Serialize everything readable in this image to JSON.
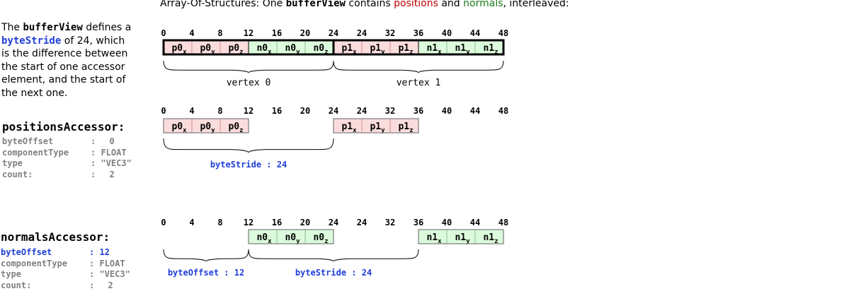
{
  "title": {
    "prefix": "Array-Of-Structures: One ",
    "code": "bufferView",
    "middle": " contains ",
    "positions_word": "positions",
    "and_word": " and ",
    "normals_word": "normals",
    "suffix": ", interleaved:"
  },
  "description": {
    "line1_prefix": "The ",
    "line1_code": "bufferView",
    "line1_suffix": " defines a",
    "line2_code": "byteStride",
    "line2_suffix": " of 24, which",
    "line3": "is the difference between",
    "line4": "the start of one accessor",
    "line5": "element, and the start of",
    "line6": "the next one."
  },
  "positionsAccessor": {
    "title": "positionsAccessor:",
    "rows": [
      {
        "key": "byteOffset",
        "value": "0",
        "highlight": false
      },
      {
        "key": "componentType",
        "value": "FLOAT",
        "highlight": false
      },
      {
        "key": "type",
        "value": "\"VEC3\"",
        "highlight": false
      },
      {
        "key": "count:",
        "value": "2",
        "highlight": false
      }
    ]
  },
  "normalsAccessor": {
    "title": "normalsAccessor:",
    "rows": [
      {
        "key": "byteOffset",
        "value": "12",
        "highlight": true
      },
      {
        "key": "componentType",
        "value": "FLOAT",
        "highlight": false
      },
      {
        "key": "type",
        "value": "\"VEC3\"",
        "highlight": false
      },
      {
        "key": "count:",
        "value": "2",
        "highlight": false
      }
    ]
  },
  "tick_labels": [
    "0",
    "4",
    "8",
    "12",
    "16",
    "20",
    "24",
    "24",
    "32",
    "36",
    "40",
    "44",
    "48"
  ],
  "cells": [
    {
      "base": "p0",
      "sub": "x",
      "kind": "pos"
    },
    {
      "base": "p0",
      "sub": "y",
      "kind": "pos"
    },
    {
      "base": "p0",
      "sub": "z",
      "kind": "pos"
    },
    {
      "base": "n0",
      "sub": "x",
      "kind": "norm"
    },
    {
      "base": "n0",
      "sub": "y",
      "kind": "norm"
    },
    {
      "base": "n0",
      "sub": "z",
      "kind": "norm"
    },
    {
      "base": "p1",
      "sub": "x",
      "kind": "pos"
    },
    {
      "base": "p1",
      "sub": "y",
      "kind": "pos"
    },
    {
      "base": "p1",
      "sub": "z",
      "kind": "pos"
    },
    {
      "base": "n1",
      "sub": "x",
      "kind": "norm"
    },
    {
      "base": "n1",
      "sub": "y",
      "kind": "norm"
    },
    {
      "base": "n1",
      "sub": "z",
      "kind": "norm"
    }
  ],
  "rows": [
    {
      "id": "buffer-row",
      "cells": [
        0,
        1,
        2,
        3,
        4,
        5,
        6,
        7,
        8,
        9,
        10,
        11
      ],
      "bold": true
    },
    {
      "id": "positions-row",
      "cells": [
        0,
        1,
        2,
        6,
        7,
        8
      ],
      "bold": false
    },
    {
      "id": "normals-row",
      "cells": [
        3,
        4,
        5,
        9,
        10,
        11
      ],
      "bold": false
    }
  ],
  "braces": [
    {
      "row": "buffer-row",
      "from": 0,
      "to": 6,
      "label": "vertex 0",
      "style": "plain"
    },
    {
      "row": "buffer-row",
      "from": 6,
      "to": 12,
      "label": "vertex 1",
      "style": "plain"
    },
    {
      "row": "positions-row",
      "from": 0,
      "to": 6,
      "label": "byteStride : 24",
      "style": "code"
    },
    {
      "row": "normals-row",
      "from": 0,
      "to": 3,
      "label": "byteOffset : 12",
      "style": "code"
    },
    {
      "row": "normals-row",
      "from": 3,
      "to": 9,
      "label": "byteStride : 24",
      "style": "code"
    }
  ],
  "colors": {
    "position_fill": "#fbdcdc",
    "normal_fill": "#dcfadc",
    "cell_line": "#d09090",
    "norm_line": "#90c090",
    "box_stroke": "#7a7a7a",
    "highlight_blue": "#1f3fd6"
  }
}
